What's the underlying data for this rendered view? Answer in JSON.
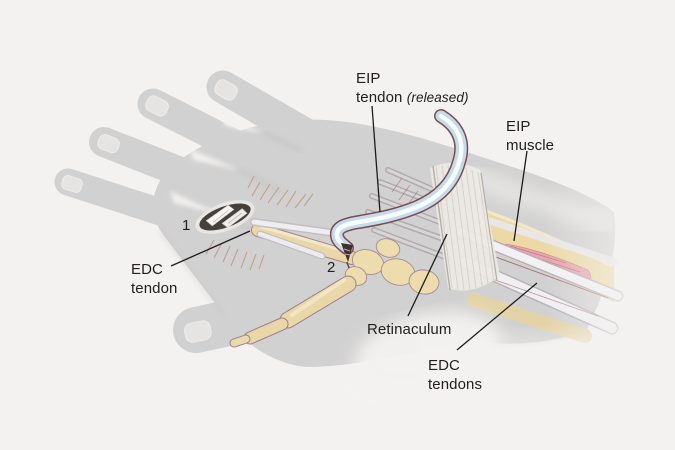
{
  "figure": {
    "background": "#f3f2f0",
    "leader_color": "#1c1c1c",
    "colors": {
      "hand_skin": "#d2d1d1",
      "bone_tan": "#e9d7a7",
      "muscle_pink": "#e7a6ad",
      "graft_tendon_blue": "#c3dcec",
      "graft_tendon_outline": "#7d4a50",
      "retinaculum_white": "#ece9e4",
      "edc_tendon_white": "#f1f0f3",
      "label_text": "#221e1f"
    },
    "labels": {
      "eip_tendon": {
        "line1": "EIP",
        "line2": "tendon",
        "note": "(released)"
      },
      "eip_muscle": {
        "line1": "EIP",
        "line2": "muscle"
      },
      "edc_tendon": {
        "line1": "EDC",
        "line2": "tendon"
      },
      "retinaculum": {
        "text": "Retinaculum"
      },
      "edc_tendons": {
        "line1": "EDC",
        "line2": "tendons"
      },
      "marker_1": "1",
      "marker_2": "2"
    }
  }
}
